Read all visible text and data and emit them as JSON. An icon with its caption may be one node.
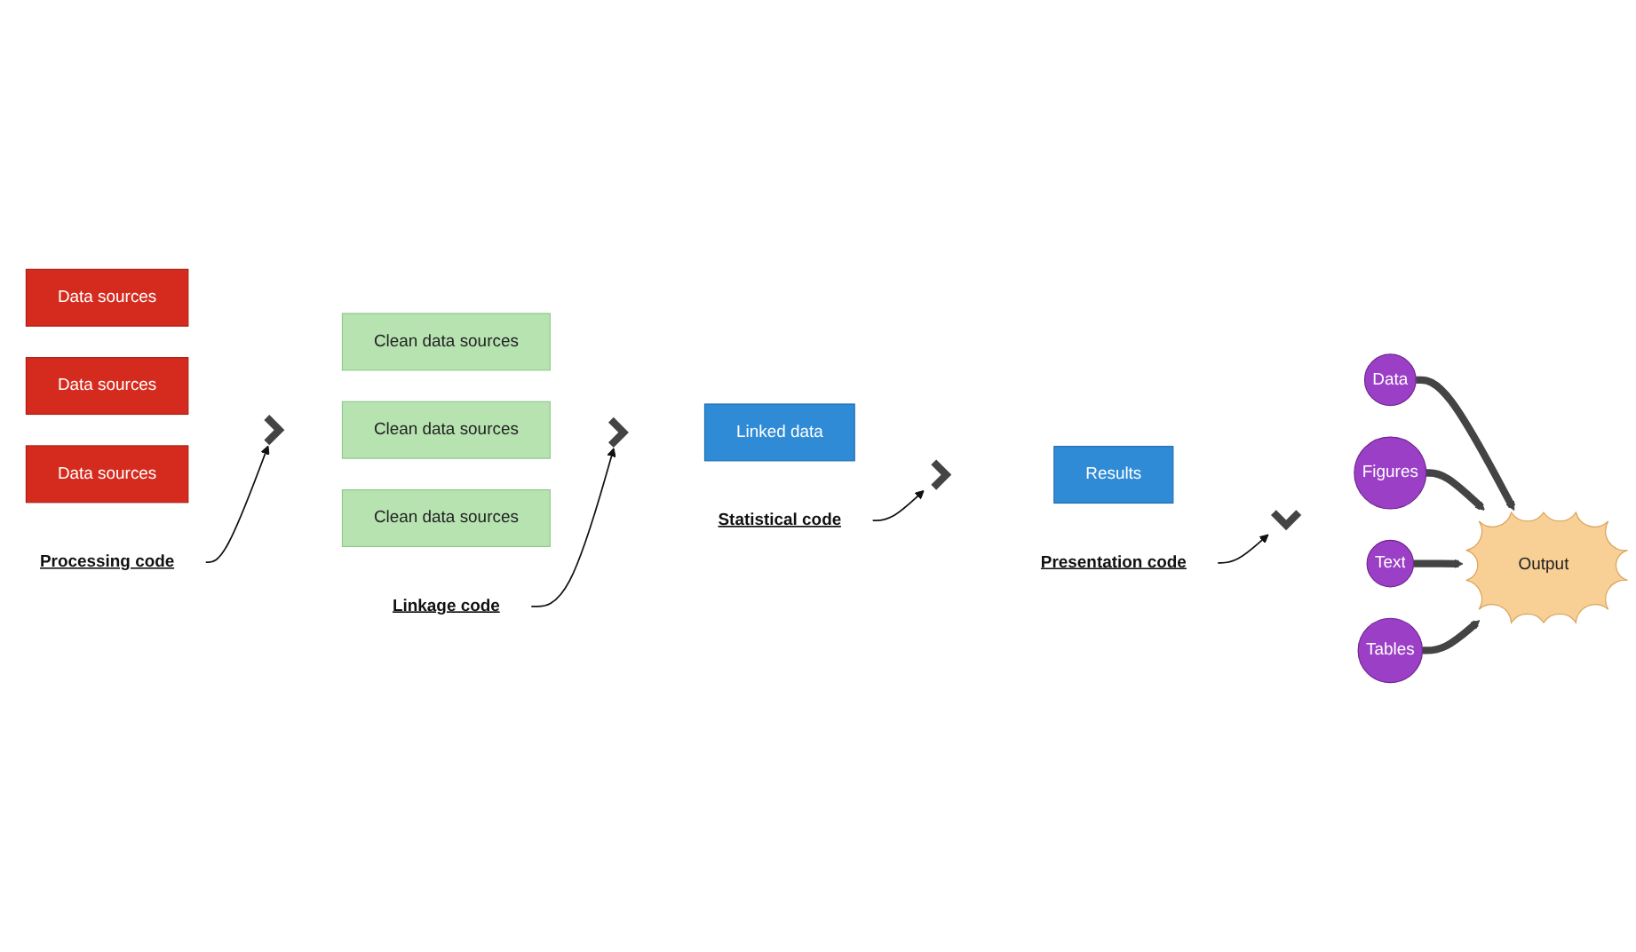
{
  "diagram": {
    "nodes": [
      {
        "text": [
          "Processing code"
        ]
      },
      {
        "text": [
          "Linkage code"
        ]
      },
      {
        "text": [
          "Statistical code"
        ]
      },
      {
        "text": [
          "Presentation code"
        ]
      },
      {
        "text": [
          "Data sources"
        ]
      },
      {
        "text": [
          "Data sources"
        ]
      },
      {
        "text": [
          "Data sources"
        ]
      },
      {
        "text": [],
        "shape": "chevron"
      },
      {
        "text": [
          "Clean data sources"
        ]
      },
      {
        "text": [
          "Clean data sources"
        ]
      },
      {
        "text": [
          "Clean data sources"
        ]
      },
      {
        "text": [],
        "shape": "chevron"
      },
      {
        "text": [
          "Linked data"
        ]
      },
      {
        "text": [],
        "shape": "chevron"
      },
      {
        "text": [
          "Results"
        ]
      },
      {
        "text": [],
        "shape": "chevron"
      },
      {
        "text": [
          "Data"
        ]
      },
      {
        "text": [
          "Figures"
        ]
      },
      {
        "text": [
          "Text"
        ]
      },
      {
        "text": [
          "Tables"
        ]
      },
      {
        "text": [
          "Output"
        ]
      }
    ],
    "edges": [
      {
        "from": 0,
        "to": 7,
        "arrow": "to"
      },
      {
        "from": 1,
        "to": 11,
        "arrow": "to"
      },
      {
        "from": 2,
        "to": 13,
        "arrow": "to"
      },
      {
        "from": 3,
        "to": 15,
        "arrow": "to"
      },
      {
        "from": 16,
        "to": 20,
        "arrow": "to",
        "style": "thick",
        "color": "#444444"
      },
      {
        "from": 17,
        "to": 20,
        "arrow": "to",
        "style": "thick",
        "color": "#444444"
      },
      {
        "from": 18,
        "to": 20,
        "arrow": "to",
        "style": "thick",
        "color": "#444444"
      },
      {
        "from": 19,
        "to": 20,
        "arrow": "to",
        "style": "thick",
        "color": "#444444"
      }
    ]
  }
}
